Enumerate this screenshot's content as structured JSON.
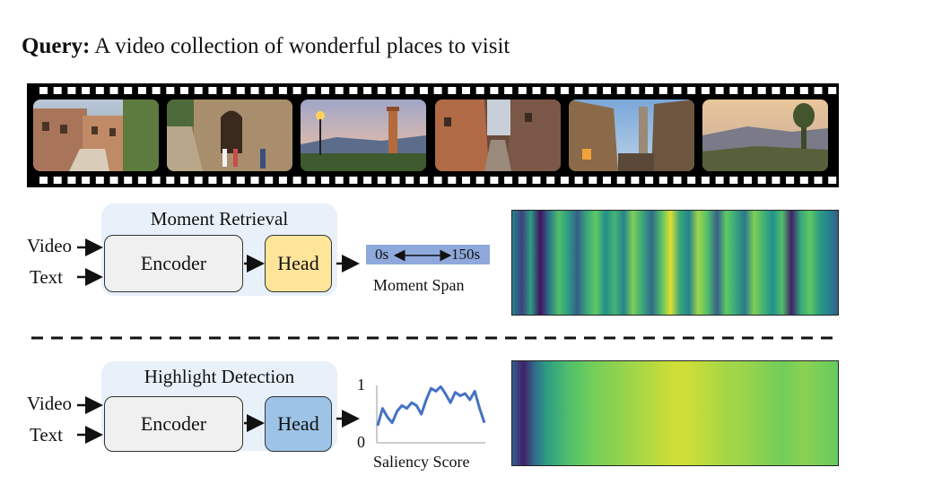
{
  "query": {
    "label": "Query:",
    "text": "A video collection of wonderful places to visit"
  },
  "frames": [
    "village-street-thumbnail",
    "stone-staircase-thumbnail",
    "sunset-tower-thumbnail",
    "narrow-alley-thumbnail",
    "piazza-tower-thumbnail",
    "hill-landscape-thumbnail"
  ],
  "moment_retrieval": {
    "title": "Moment Retrieval",
    "input_video": "Video",
    "input_text": "Text",
    "encoder": "Encoder",
    "head": "Head",
    "span_start": "0s",
    "span_end": "150s",
    "output_label": "Moment Span"
  },
  "highlight_detection": {
    "title": "Highlight Detection",
    "input_video": "Video",
    "input_text": "Text",
    "encoder": "Encoder",
    "head": "Head",
    "y_max": "1",
    "y_min": "0",
    "output_label": "Saliency Score"
  },
  "colors": {
    "panel_bg": "#e8f1fa",
    "encoder_fill": "#f0f0f0",
    "mr_head_fill": "#ffe59a",
    "hd_head_fill": "#9dc3e6",
    "span_bar": "#8fa9dc",
    "curve": "#4472c4"
  }
}
